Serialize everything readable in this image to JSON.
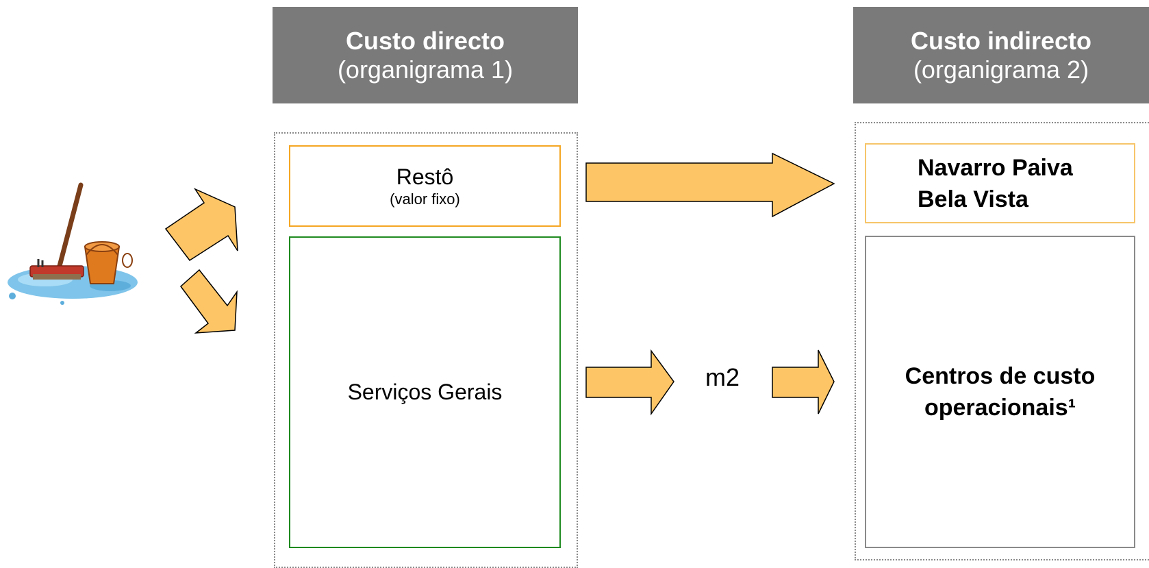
{
  "headers": {
    "direct": {
      "title": "Custo directo",
      "subtitle": "(organigrama 1)"
    },
    "indirect": {
      "title": "Custo indirecto",
      "subtitle": "(organigrama 2)"
    }
  },
  "boxes": {
    "resto": {
      "label": "Restô",
      "note": "(valor fixo)"
    },
    "servicos": {
      "label": "Serviços Gerais"
    },
    "navarro": {
      "line1": "Navarro Paiva",
      "line2": "Bela Vista"
    },
    "centros": {
      "line1": "Centros de custo",
      "line2": "operacionais¹"
    }
  },
  "flow": {
    "label": "m2"
  },
  "icons": {
    "cleaning": "mop-and-bucket-icon",
    "arrow": "block-arrow-icon"
  },
  "colors": {
    "header_bg": "#7a7a7a",
    "arrow_fill": "#fdc566",
    "resto_border": "#f5a623",
    "servicos_border": "#1f8a1f",
    "navarro_border": "#f7c56a",
    "centros_border": "#8a8a8a"
  }
}
